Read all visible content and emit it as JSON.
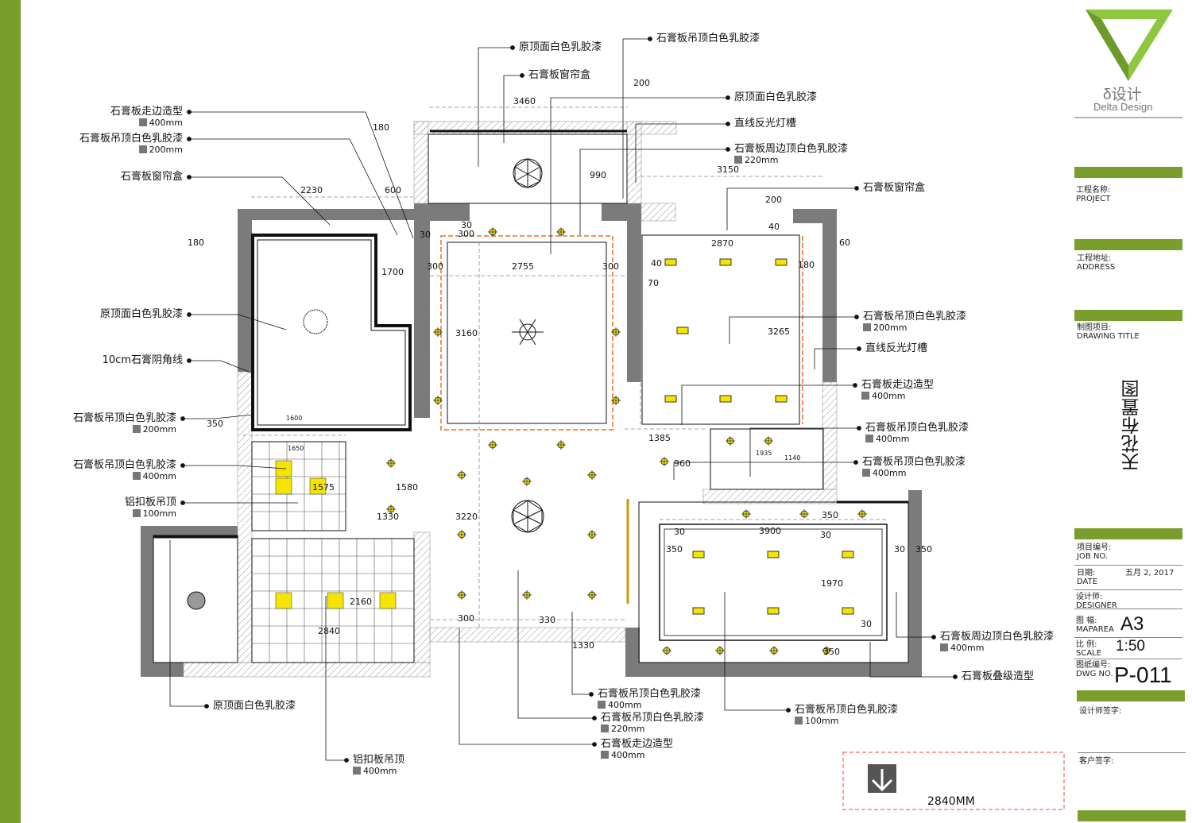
{
  "brand": {
    "logo_cn": "δ设计",
    "logo_en": "Delta Design",
    "color": "#7a9e2c",
    "light": "#8dc63f"
  },
  "callouts": [
    {
      "text": "石膏板走边造型",
      "sub": "400mm"
    },
    {
      "text": "石膏板吊顶白色乳胶漆",
      "sub": "200mm"
    },
    {
      "text": "石膏板窗帘盒"
    },
    {
      "text": "原顶面白色乳胶漆"
    },
    {
      "text": "10cm石膏阴角线"
    },
    {
      "text": "石膏板吊顶白色乳胶漆",
      "sub": "200mm"
    },
    {
      "text": "石膏板吊顶白色乳胶漆",
      "sub": "400mm"
    },
    {
      "text": "铝扣板吊顶",
      "sub": "100mm"
    },
    {
      "text": "原顶面白色乳胶漆"
    },
    {
      "text": "铝扣板吊顶",
      "sub": "400mm"
    },
    {
      "text": "石膏板吊顶白色乳胶漆",
      "sub": "400mm"
    },
    {
      "text": "石膏板吊顶白色乳胶漆",
      "sub": "220mm"
    },
    {
      "text": "石膏板走边造型",
      "sub": "400mm"
    },
    {
      "text": "石膏板吊顶白色乳胶漆",
      "sub": "100mm"
    },
    {
      "text": "原顶面白色乳胶漆"
    },
    {
      "text": "石膏板窗帘盒"
    },
    {
      "text": "石膏板吊顶白色乳胶漆"
    },
    {
      "text": "原顶面白色乳胶漆"
    },
    {
      "text": "直线反光灯槽"
    },
    {
      "text": "石膏板周边顶白色乳胶漆",
      "sub": "220mm"
    },
    {
      "text": "石膏板窗帘盒"
    },
    {
      "text": "石膏板吊顶白色乳胶漆",
      "sub": "200mm"
    },
    {
      "text": "直线反光灯槽"
    },
    {
      "text": "石膏板走边造型",
      "sub": "400mm"
    },
    {
      "text": "石膏板吊顶白色乳胶漆",
      "sub": "400mm"
    },
    {
      "text": "石膏板吊顶白色乳胶漆",
      "sub": "400mm"
    },
    {
      "text": "石膏板周边顶白色乳胶漆",
      "sub": "400mm"
    },
    {
      "text": "石膏板叠级造型"
    }
  ],
  "dimensions": [
    "3460",
    "200",
    "180",
    "2230",
    "600",
    "180",
    "990",
    "3150",
    "200",
    "40",
    "60",
    "30",
    "300",
    "30",
    "300",
    "2755",
    "300",
    "2870",
    "40",
    "180",
    "70",
    "1700",
    "3160",
    "3265",
    "1600",
    "350",
    "1650",
    "1575",
    "1580",
    "1330",
    "1385",
    "1935",
    "1140",
    "960",
    "3220",
    "350",
    "30",
    "3900",
    "30",
    "30",
    "350",
    "350",
    "1970",
    "30",
    "350",
    "2160",
    "2840",
    "300",
    "330",
    "1330"
  ],
  "title_block": {
    "project_cn": "工程名称:",
    "project_en": "PROJECT",
    "address_cn": "工程地址:",
    "address_en": "ADDRESS",
    "drawing_cn": "制图项目:",
    "drawing_en": "DRAWING TITLE",
    "drawing_title": "天花布置图",
    "job_cn": "项目编号:",
    "job_en": "JOB NO.",
    "date_cn": "日期:",
    "date_en": "DATE",
    "date": "五月 2, 2017",
    "designer_cn": "设计师:",
    "designer_en": "DESIGNER",
    "maparea_cn": "图 幅:",
    "maparea_en": "MAPAREA",
    "maparea": "A3",
    "scale_cn": "比 例:",
    "scale_en": "SCALE",
    "scale": "1:50",
    "dwg_cn": "图纸编号:",
    "dwg_en": "DWG NO.",
    "dwg": "P-011",
    "designer_sign": "设计师签字:",
    "client_sign": "客户签字:"
  },
  "legend": {
    "height": "2840MM",
    "icon": "ceiling-height-arrow-icon"
  }
}
